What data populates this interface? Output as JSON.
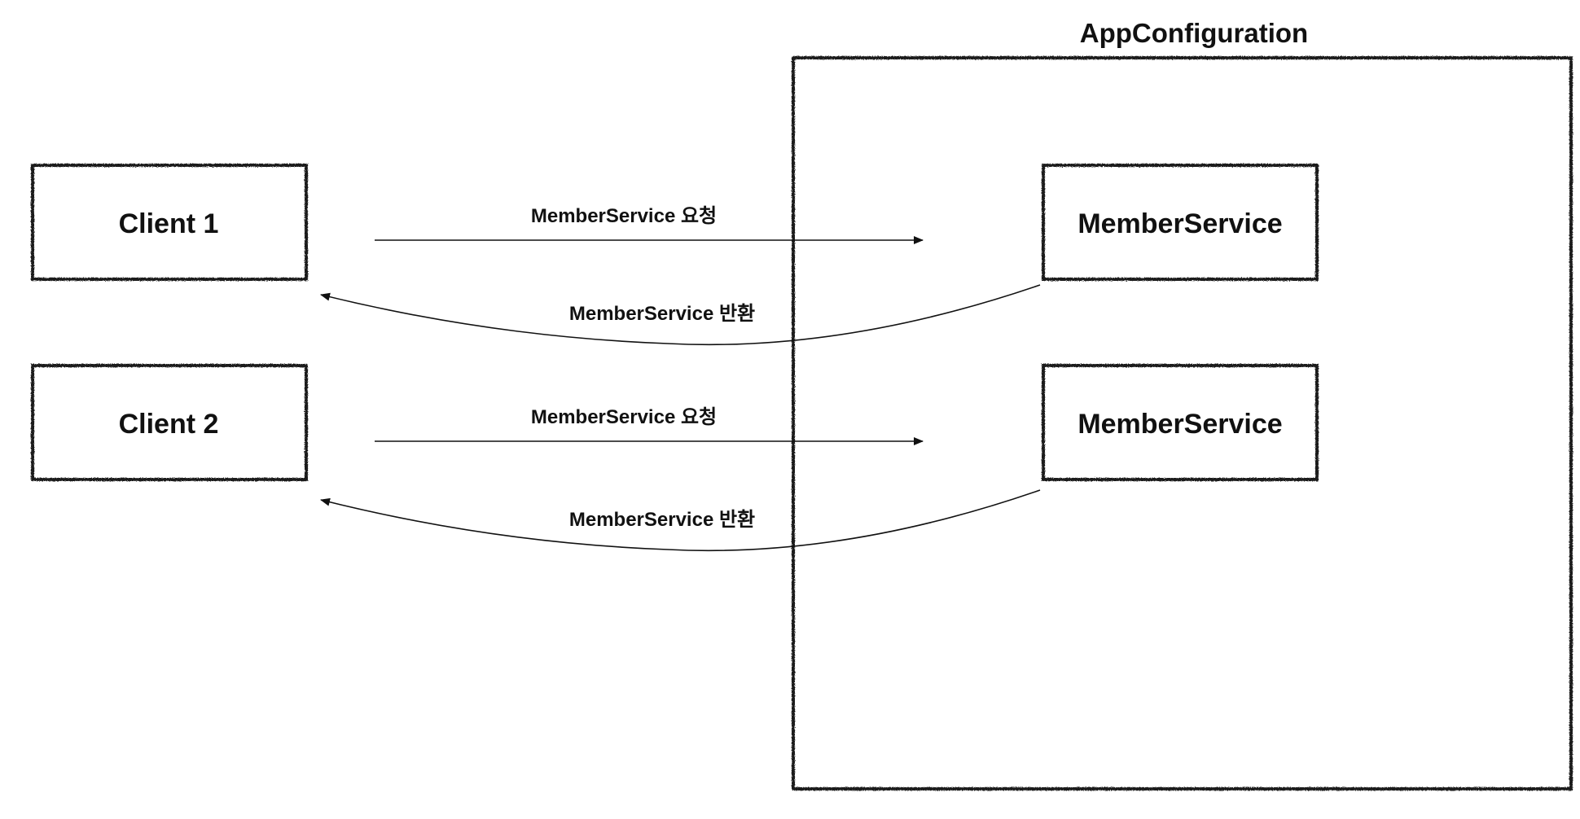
{
  "container": {
    "title": "AppConfiguration"
  },
  "clients": [
    {
      "label": "Client 1"
    },
    {
      "label": "Client 2"
    }
  ],
  "services": [
    {
      "label": "MemberService"
    },
    {
      "label": "MemberService"
    }
  ],
  "edges": [
    {
      "from": "Client 1",
      "to": "MemberService",
      "label": "MemberService 요청"
    },
    {
      "from": "MemberService",
      "to": "Client 1",
      "label": "MemberService 반환"
    },
    {
      "from": "Client 2",
      "to": "MemberService",
      "label": "MemberService 요청"
    },
    {
      "from": "MemberService",
      "to": "Client 2",
      "label": "MemberService 반환"
    }
  ],
  "colors": {
    "stroke": "#1a1a1a",
    "background": "#ffffff"
  }
}
